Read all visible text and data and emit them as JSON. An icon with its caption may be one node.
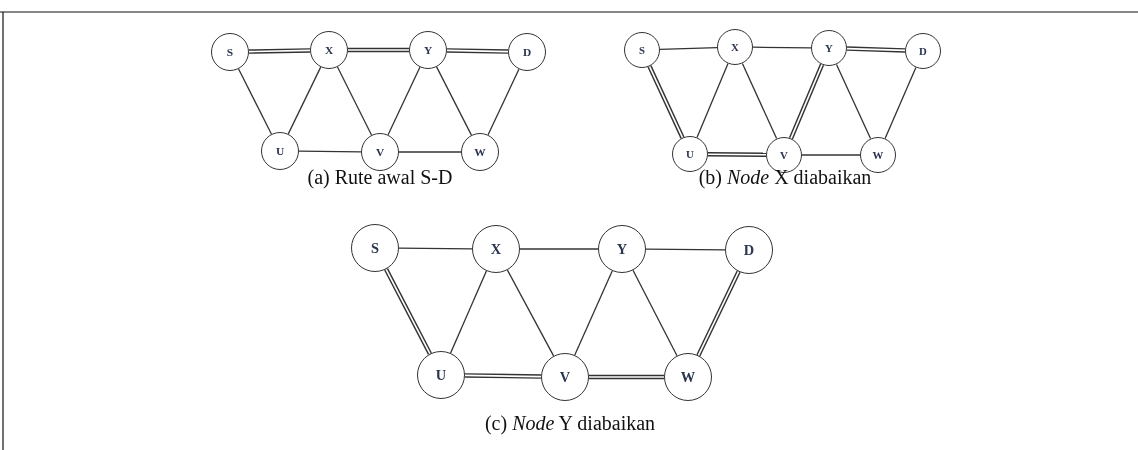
{
  "diagram": {
    "nodes": [
      {
        "text": [
          "S"
        ]
      },
      {
        "text": [
          "X"
        ]
      },
      {
        "text": [
          "Y"
        ]
      },
      {
        "text": [
          "D"
        ]
      },
      {
        "text": [
          "U"
        ]
      },
      {
        "text": [
          "V"
        ]
      },
      {
        "text": [
          "W"
        ]
      },
      {
        "text": [
          "S"
        ]
      },
      {
        "text": [
          "X"
        ]
      },
      {
        "text": [
          "Y"
        ]
      },
      {
        "text": [
          "D"
        ]
      },
      {
        "text": [
          "U"
        ]
      },
      {
        "text": [
          "V"
        ]
      },
      {
        "text": [
          "W"
        ]
      },
      {
        "text": [
          "S"
        ]
      },
      {
        "text": [
          "X"
        ]
      },
      {
        "text": [
          "Y"
        ]
      },
      {
        "text": [
          "D"
        ]
      },
      {
        "text": [
          "U"
        ]
      },
      {
        "text": [
          "V"
        ]
      },
      {
        "text": [
          "W"
        ]
      }
    ],
    "edges": [
      {
        "from": 0,
        "to": 1,
        "arrow": "none",
        "style": "thick"
      },
      {
        "from": 1,
        "to": 2,
        "arrow": "none",
        "style": "thick"
      },
      {
        "from": 2,
        "to": 3,
        "arrow": "none",
        "style": "thick"
      },
      {
        "from": 0,
        "to": 4,
        "arrow": "none"
      },
      {
        "from": 4,
        "to": 1,
        "arrow": "none"
      },
      {
        "from": 1,
        "to": 5,
        "arrow": "none"
      },
      {
        "from": 5,
        "to": 2,
        "arrow": "none"
      },
      {
        "from": 2,
        "to": 6,
        "arrow": "none"
      },
      {
        "from": 6,
        "to": 3,
        "arrow": "none"
      },
      {
        "from": 4,
        "to": 5,
        "arrow": "none"
      },
      {
        "from": 5,
        "to": 6,
        "arrow": "none"
      },
      {
        "from": 7,
        "to": 8,
        "arrow": "none"
      },
      {
        "from": 8,
        "to": 9,
        "arrow": "none"
      },
      {
        "from": 9,
        "to": 10,
        "arrow": "none",
        "style": "thick"
      },
      {
        "from": 7,
        "to": 11,
        "arrow": "none",
        "style": "thick"
      },
      {
        "from": 11,
        "to": 8,
        "arrow": "none"
      },
      {
        "from": 8,
        "to": 12,
        "arrow": "none"
      },
      {
        "from": 12,
        "to": 9,
        "arrow": "none",
        "style": "thick"
      },
      {
        "from": 9,
        "to": 13,
        "arrow": "none"
      },
      {
        "from": 13,
        "to": 10,
        "arrow": "none"
      },
      {
        "from": 11,
        "to": 12,
        "arrow": "none",
        "style": "thick"
      },
      {
        "from": 12,
        "to": 13,
        "arrow": "none"
      },
      {
        "from": 14,
        "to": 15,
        "arrow": "none"
      },
      {
        "from": 15,
        "to": 16,
        "arrow": "none"
      },
      {
        "from": 16,
        "to": 17,
        "arrow": "none"
      },
      {
        "from": 14,
        "to": 18,
        "arrow": "none",
        "style": "thick"
      },
      {
        "from": 18,
        "to": 15,
        "arrow": "none"
      },
      {
        "from": 15,
        "to": 19,
        "arrow": "none"
      },
      {
        "from": 19,
        "to": 16,
        "arrow": "none"
      },
      {
        "from": 16,
        "to": 20,
        "arrow": "none"
      },
      {
        "from": 20,
        "to": 17,
        "arrow": "none",
        "style": "thick"
      },
      {
        "from": 18,
        "to": 19,
        "arrow": "none",
        "style": "thick"
      },
      {
        "from": 19,
        "to": 20,
        "arrow": "none",
        "style": "thick"
      }
    ],
    "labels": [
      "(a) Rute awal S-D",
      "(b) *Node* X diabaikan",
      "(c) *Node* Y diabaikan"
    ]
  }
}
